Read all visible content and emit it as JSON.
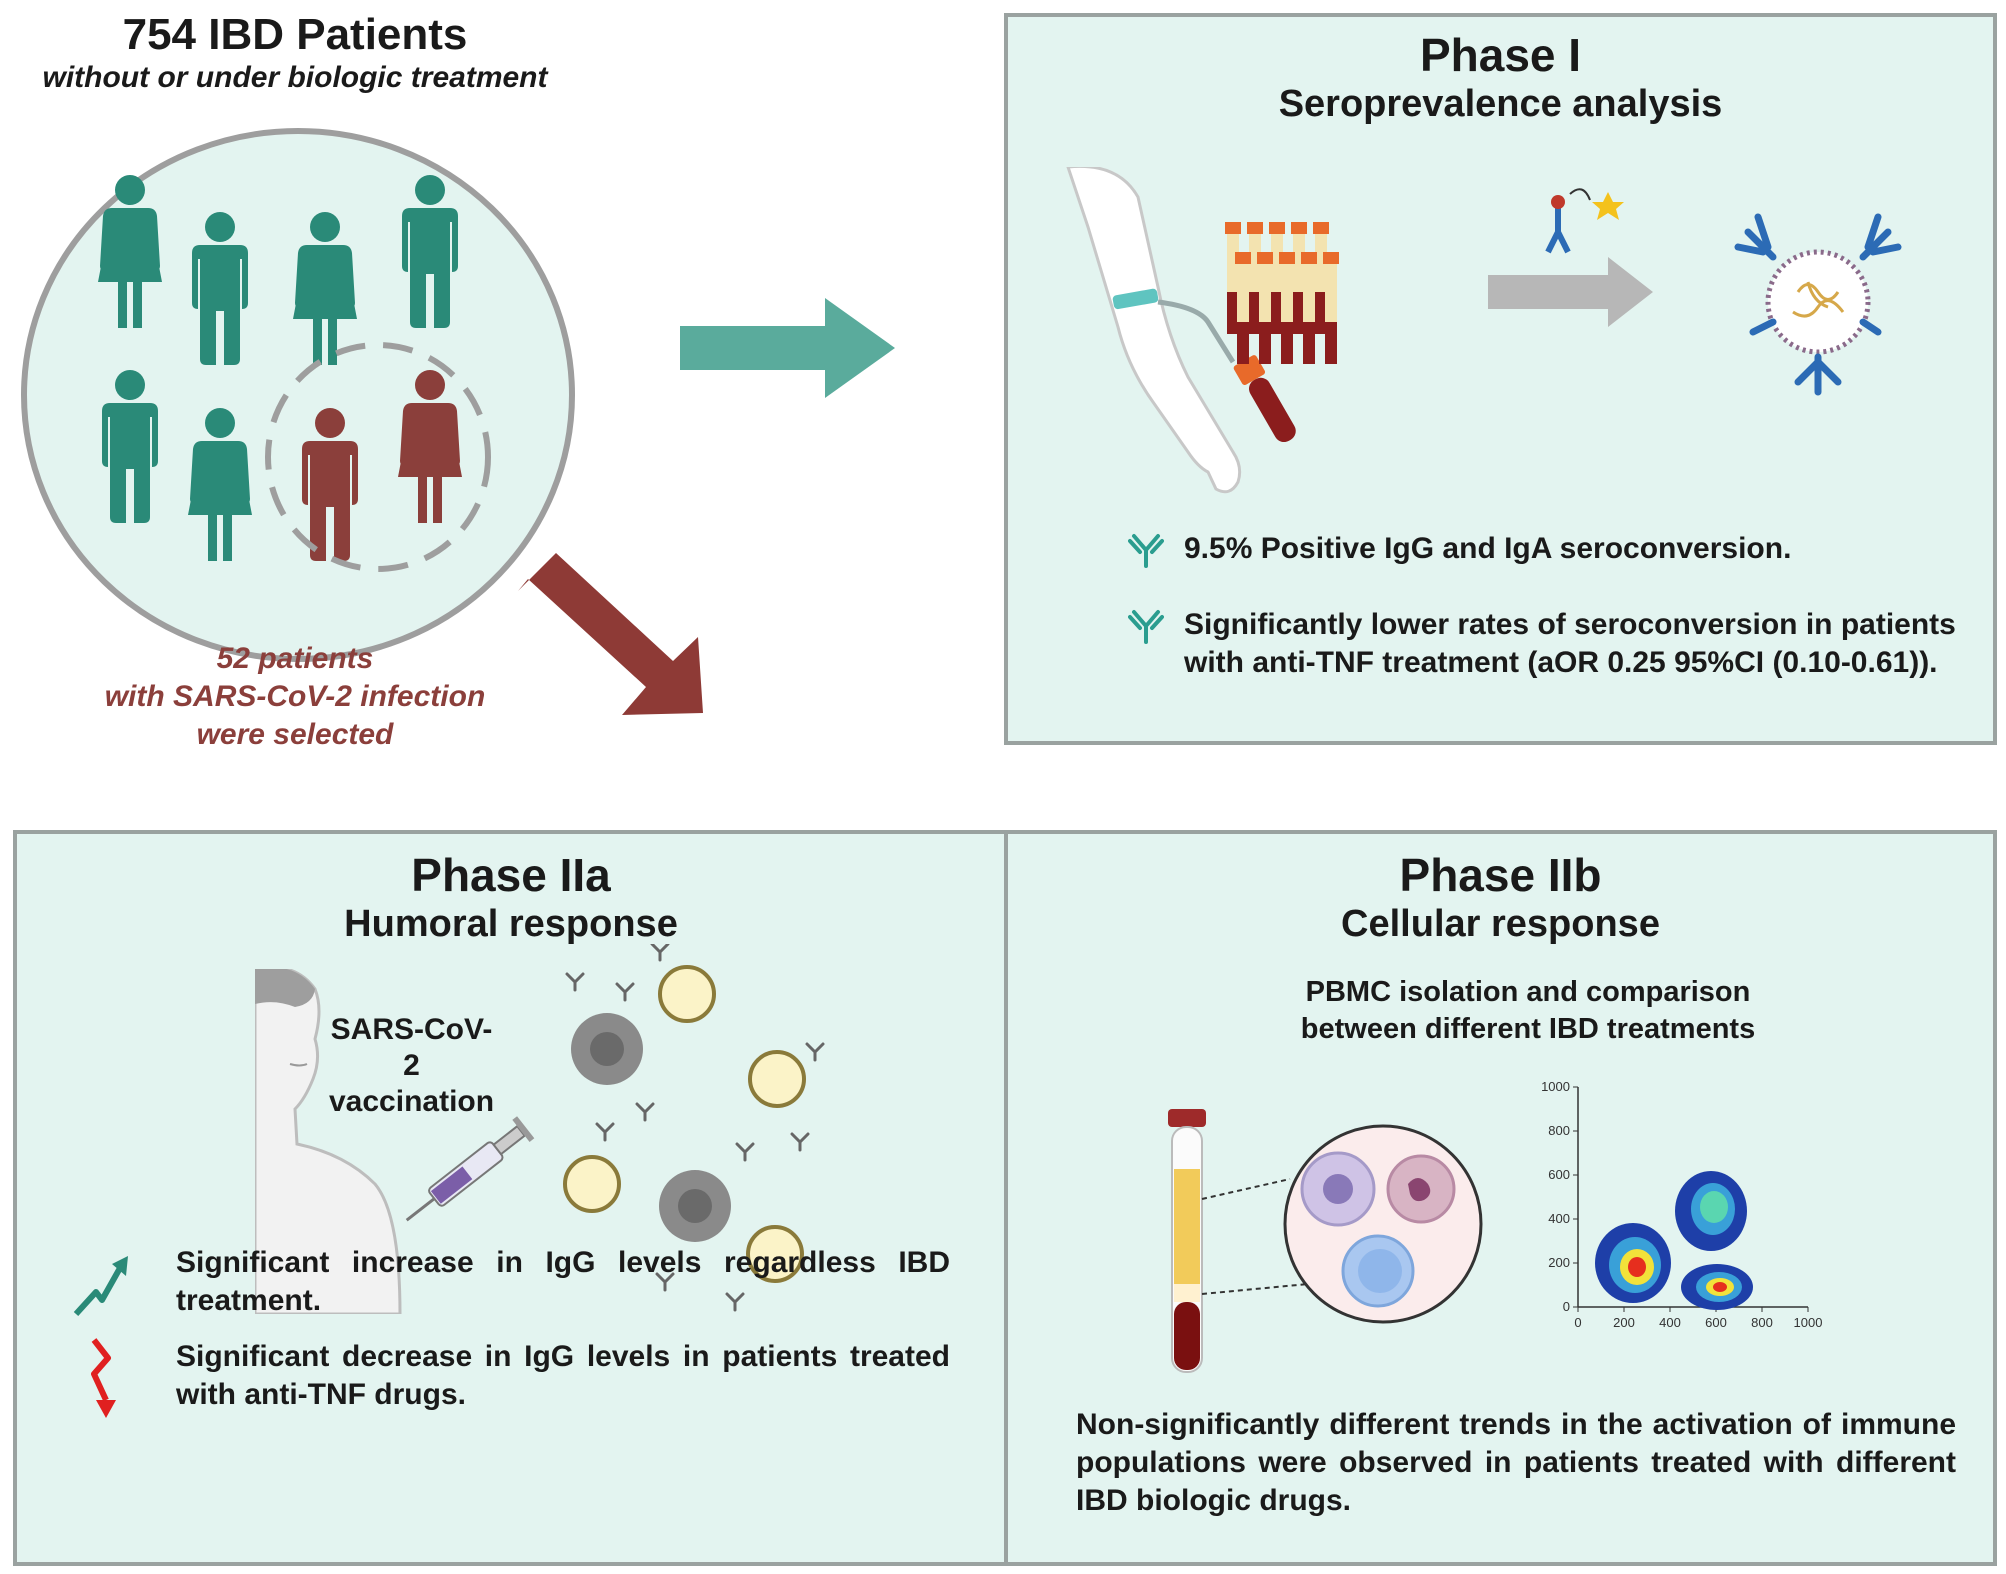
{
  "cohort": {
    "title": "754 IBD Patients",
    "subtitle": "without or under biologic treatment",
    "selected_line1": "52 patients",
    "selected_line2": "with SARS-CoV-2 infection",
    "selected_line3": "were selected"
  },
  "phase1": {
    "title": "Phase I",
    "subtitle": "Seroprevalence analysis",
    "bullets": [
      "9.5% Positive IgG and IgA seroconversion.",
      "Significantly lower rates of seroconversion in patients with anti-TNF treatment (aOR 0.25 95%CI (0.10-0.61))."
    ]
  },
  "phase2a": {
    "title": "Phase IIa",
    "subtitle": "Humoral response",
    "vaccination_label_line1": "SARS-CoV-2",
    "vaccination_label_line2": "vaccination",
    "findings": [
      "Significant increase in IgG levels regardless IBD treatment.",
      "Significant decrease in IgG levels in patients treated with anti-TNF drugs."
    ]
  },
  "phase2b": {
    "title": "Phase IIb",
    "subtitle": "Cellular response",
    "method_line1": "PBMC isolation and comparison",
    "method_line2": "between different IBD treatments",
    "conclusion": "Non-significantly different trends in the activation of immune populations were observed in patients treated with different IBD biologic drugs."
  },
  "flow_plot": {
    "x_ticks": [
      "0",
      "200",
      "400",
      "600",
      "800",
      "1000"
    ],
    "y_ticks": [
      "0",
      "200",
      "400",
      "600",
      "800",
      "1000"
    ]
  },
  "colors": {
    "panel_bg": "#e3f4f0",
    "panel_border": "#9aa2a0",
    "teal": "#2a8a78",
    "dark_red": "#8b3f3b",
    "arrow_teal": "#5aab9c",
    "arrow_red": "#8e3a36"
  }
}
